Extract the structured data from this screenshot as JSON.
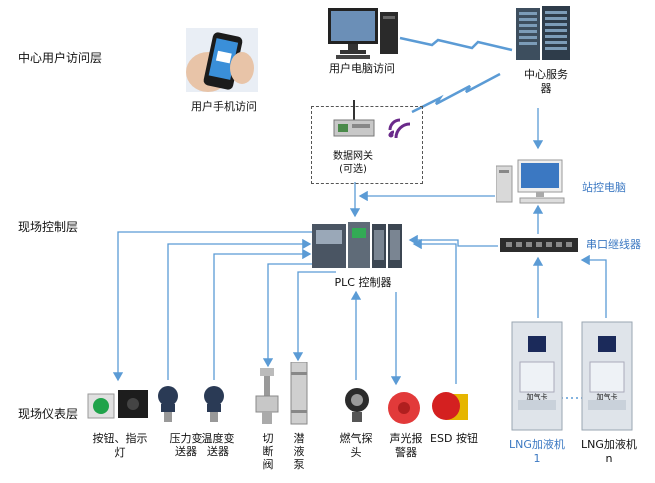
{
  "layers": {
    "center_access": "中心用户访问层",
    "field_control": "现场控制层",
    "field_instrument": "现场仪表层"
  },
  "nodes": {
    "mobile": "用户手机访问",
    "pc": "用户电脑访问",
    "server": "中心服务器",
    "gateway": "数据网关",
    "gateway_note": "(可选)",
    "station_pc": "站控电脑",
    "serial_relay": "串口继线器",
    "plc": "PLC 控制器"
  },
  "instruments": {
    "button_lamp": "按钮、指示灯",
    "pressure": "压力变送器",
    "temperature": "温度变送器",
    "valve": "切断阀",
    "pump": "潜液泵",
    "gas": "燃气探头",
    "alarm": "声光报警器",
    "esd": "ESD 按钮"
  },
  "dispensers": {
    "d1": "LNG加液机1",
    "dn": "LNG加液机n",
    "screen_text": "加气卡"
  },
  "colors": {
    "link": "#5b9bd5",
    "wireless": "#5b9bd5",
    "caption_blue": "#3b78c2"
  }
}
